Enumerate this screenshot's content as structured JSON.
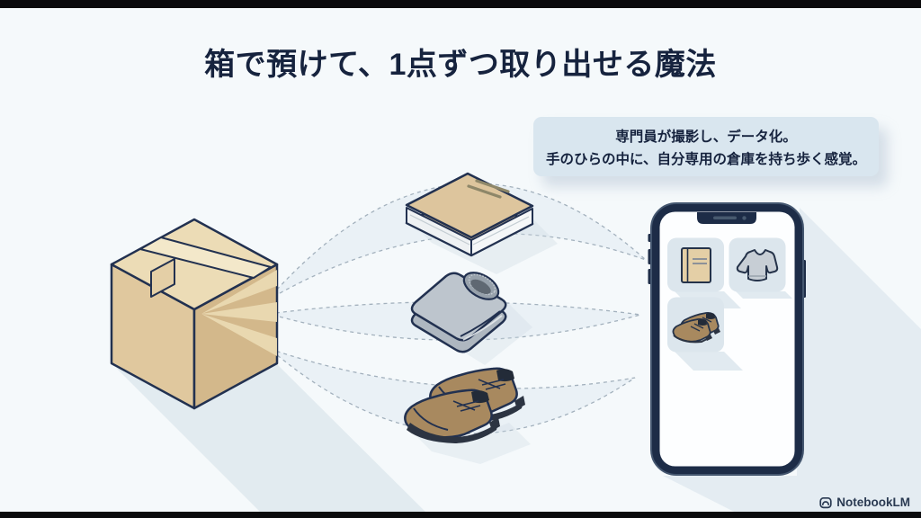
{
  "slide": {
    "title": "箱で預けて、1点ずつ取り出せる魔法",
    "callout": {
      "line1": "専門員が撮影し、データ化。",
      "line2": "手のひらの中に、自分専用の倉庫を持ち歩く感覚。"
    },
    "illustration": {
      "source_icon": "cardboard-box-icon",
      "flow_items": [
        "book-icon",
        "sweater-icon",
        "shoes-icon"
      ],
      "phone_gallery": [
        "book-thumbnail",
        "sweater-thumbnail",
        "shoes-thumbnail"
      ]
    },
    "watermark": {
      "logo_icon": "notebooklm-logo-icon",
      "label": "NotebookLM"
    },
    "colors": {
      "background": "#f5f9fb",
      "letterbox": "#0a0a0c",
      "title_text": "#16233e",
      "callout_bg": "#d9e6ef",
      "callout_text": "#16233e",
      "outline_navy": "#223150",
      "cardboard": "#dfc79d",
      "band_fill": "#e8f0f5",
      "phone_frame": "#1d2c47",
      "tile_bg": "#dce6ed",
      "sweater_gray": "#bdc5cd",
      "shoe_brown": "#a8895f"
    }
  }
}
